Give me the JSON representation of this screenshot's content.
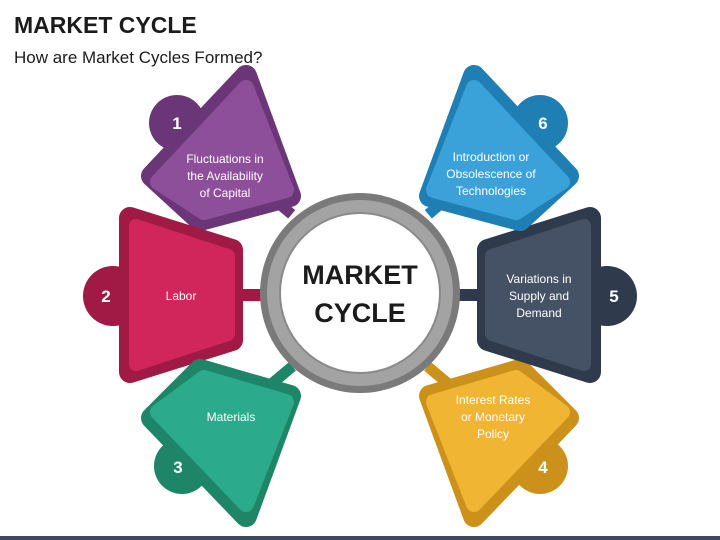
{
  "header": {
    "title": "MARKET CYCLE",
    "subtitle": "How are Market Cycles Formed?"
  },
  "center": {
    "line1": "MARKET",
    "line2": "CYCLE"
  },
  "items": [
    {
      "number": "1",
      "lines": [
        "Fluctuations in",
        "the Availability",
        "of Capital"
      ],
      "color": "#8e4f9a",
      "dark": "#6b3678"
    },
    {
      "number": "2",
      "lines": [
        "Labor"
      ],
      "color": "#d0265c",
      "dark": "#a01a45"
    },
    {
      "number": "3",
      "lines": [
        "Materials"
      ],
      "color": "#2bab8c",
      "dark": "#1e8569"
    },
    {
      "number": "4",
      "lines": [
        "Interest Rates",
        "or Monetary",
        "Policy"
      ],
      "color": "#f0b532",
      "dark": "#cc911a"
    },
    {
      "number": "5",
      "lines": [
        "Variations in",
        "Supply and",
        "Demand"
      ],
      "color": "#455266",
      "dark": "#2f3b4c"
    },
    {
      "number": "6",
      "lines": [
        "Introduction or",
        "Obsolescence of",
        "Technologies"
      ],
      "color": "#3aa1d9",
      "dark": "#1f7fb5"
    }
  ],
  "colors": {
    "ring": "#9a9a9a",
    "ring_dark": "#6f6f6f",
    "footer": "#3c4a5c"
  }
}
